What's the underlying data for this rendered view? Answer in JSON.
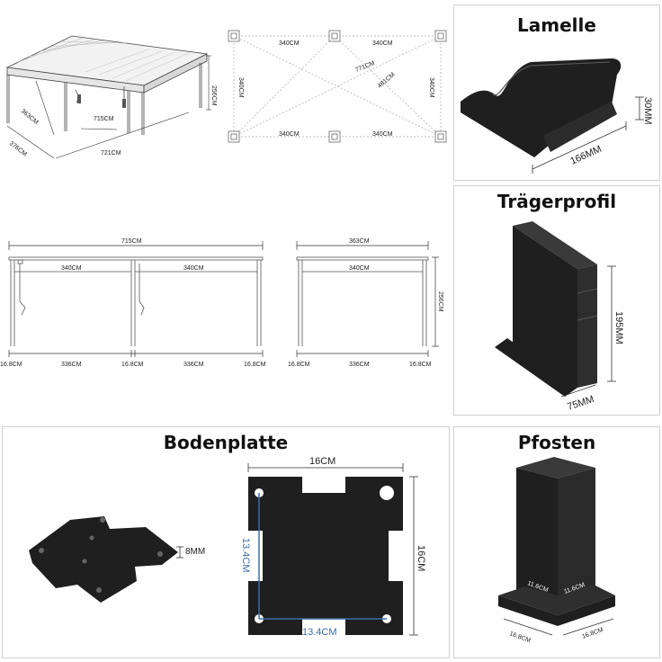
{
  "top_overview": {
    "depth": "363CM",
    "inner_length": "715CM",
    "height": "256CM",
    "outer_depth": "376CM",
    "outer_length": "721CM"
  },
  "top_plan": {
    "top_left": "340CM",
    "top_right": "340CM",
    "bottom_left": "340CM",
    "bottom_right": "340CM",
    "left_side": "340CM",
    "right_side": "340CM",
    "diag_long": "771CM",
    "diag_short": "481CM"
  },
  "front_view": {
    "total": "715CM",
    "span_left": "340CM",
    "span_right": "340CM",
    "bottom": [
      "16.8CM",
      "336CM",
      "16.8CM",
      "336CM",
      "16.8CM"
    ]
  },
  "side_view": {
    "total": "363CM",
    "span": "340CM",
    "height": "256CM",
    "bottom": [
      "16.8CM",
      "336CM",
      "16.8CM"
    ]
  },
  "lamelle": {
    "title": "Lamelle",
    "width": "166MM",
    "height": "30MM"
  },
  "traeger": {
    "title": "Trägerprofil",
    "height": "195MM",
    "width": "75MM"
  },
  "bodenplatte": {
    "title": "Bodenplatte",
    "thickness": "8MM",
    "top": "16CM",
    "right": "16CM",
    "inner_left": "13.4CM",
    "inner_bottom": "13.4CM"
  },
  "pfosten": {
    "title": "Pfosten",
    "face_left": "11.6CM",
    "face_right": "11.6CM",
    "base_left": "16.8CM",
    "base_right": "16.8CM"
  },
  "colors": {
    "profile": "#1f1f1f",
    "dim_blue": "#3a6da8",
    "line": "#444444"
  }
}
